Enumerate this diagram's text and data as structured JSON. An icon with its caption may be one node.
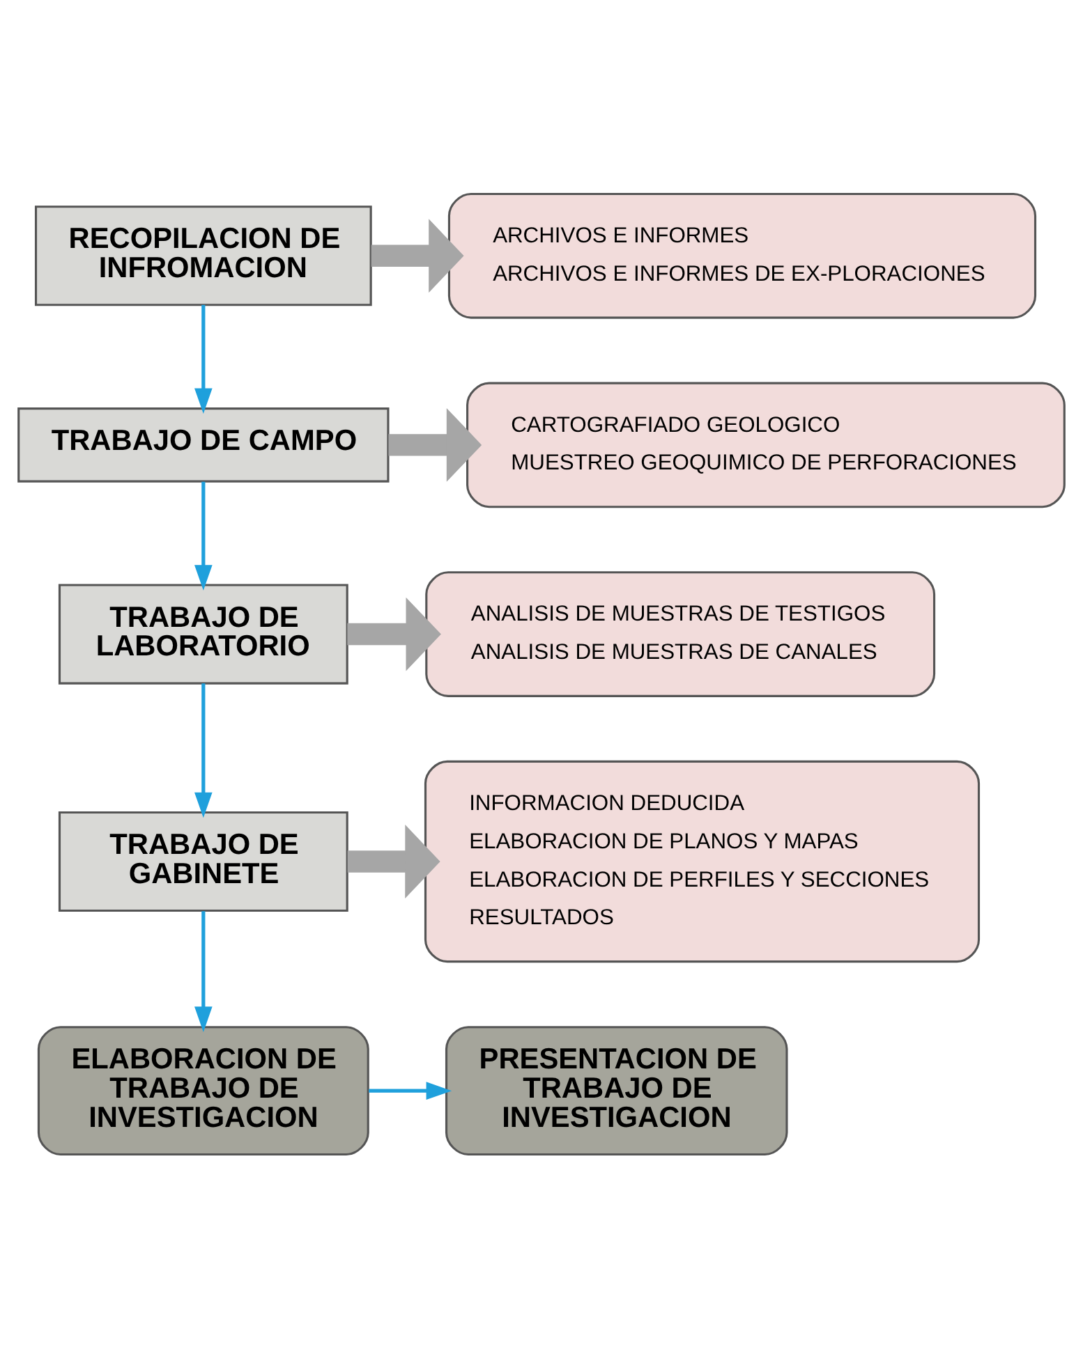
{
  "diagram": {
    "nodes": [
      {
        "text": [
          "RECOPILACION DE INFROMACION"
        ]
      },
      {
        "text": [
          "ARCHIVOS E INFORMES",
          "ARCHIVOS E INFORMES DE EX-PLORACIONES"
        ]
      },
      {
        "text": [
          "TRABAJO DE CAMPO"
        ]
      },
      {
        "text": [
          "CARTOGRAFIADO GEOLOGICO",
          "MUESTREO GEOQUIMICO DE PERFORACIONES"
        ]
      },
      {
        "text": [
          "TRABAJO DE LABORATORIO"
        ]
      },
      {
        "text": [
          "ANALISIS DE MUESTRAS DE TESTIGOS",
          "ANALISIS DE MUESTRAS DE CANALES"
        ]
      },
      {
        "text": [
          "TRABAJO DE GABINETE"
        ]
      },
      {
        "text": [
          "INFORMACION DEDUCIDA",
          "ELABORACION DE PLANOS Y MAPAS",
          "ELABORACION DE PERFILES Y SECCIONES",
          "RESULTADOS"
        ]
      },
      {
        "text": [
          "ELABORACION DE TRABAJO DE INVESTIGACION"
        ]
      },
      {
        "text": [
          "PRESENTACION DE TRABAJO DE INVESTIGACION"
        ]
      }
    ],
    "edges": [
      {
        "from": 0,
        "to": 1,
        "arrow": "to",
        "style": "thick",
        "color": "#a6a6a6"
      },
      {
        "from": 0,
        "to": 2,
        "arrow": "to"
      },
      {
        "from": 2,
        "to": 3,
        "arrow": "to",
        "style": "thick",
        "color": "#a6a6a6"
      },
      {
        "from": 2,
        "to": 4,
        "arrow": "to"
      },
      {
        "from": 4,
        "to": 5,
        "arrow": "to",
        "style": "thick",
        "color": "#a6a6a6"
      },
      {
        "from": 4,
        "to": 6,
        "arrow": "to"
      },
      {
        "from": 6,
        "to": 7,
        "arrow": "to",
        "style": "thick",
        "color": "#a6a6a6"
      },
      {
        "from": 6,
        "to": 8,
        "arrow": "to"
      },
      {
        "from": 8,
        "to": 9,
        "arrow": "to"
      }
    ]
  }
}
